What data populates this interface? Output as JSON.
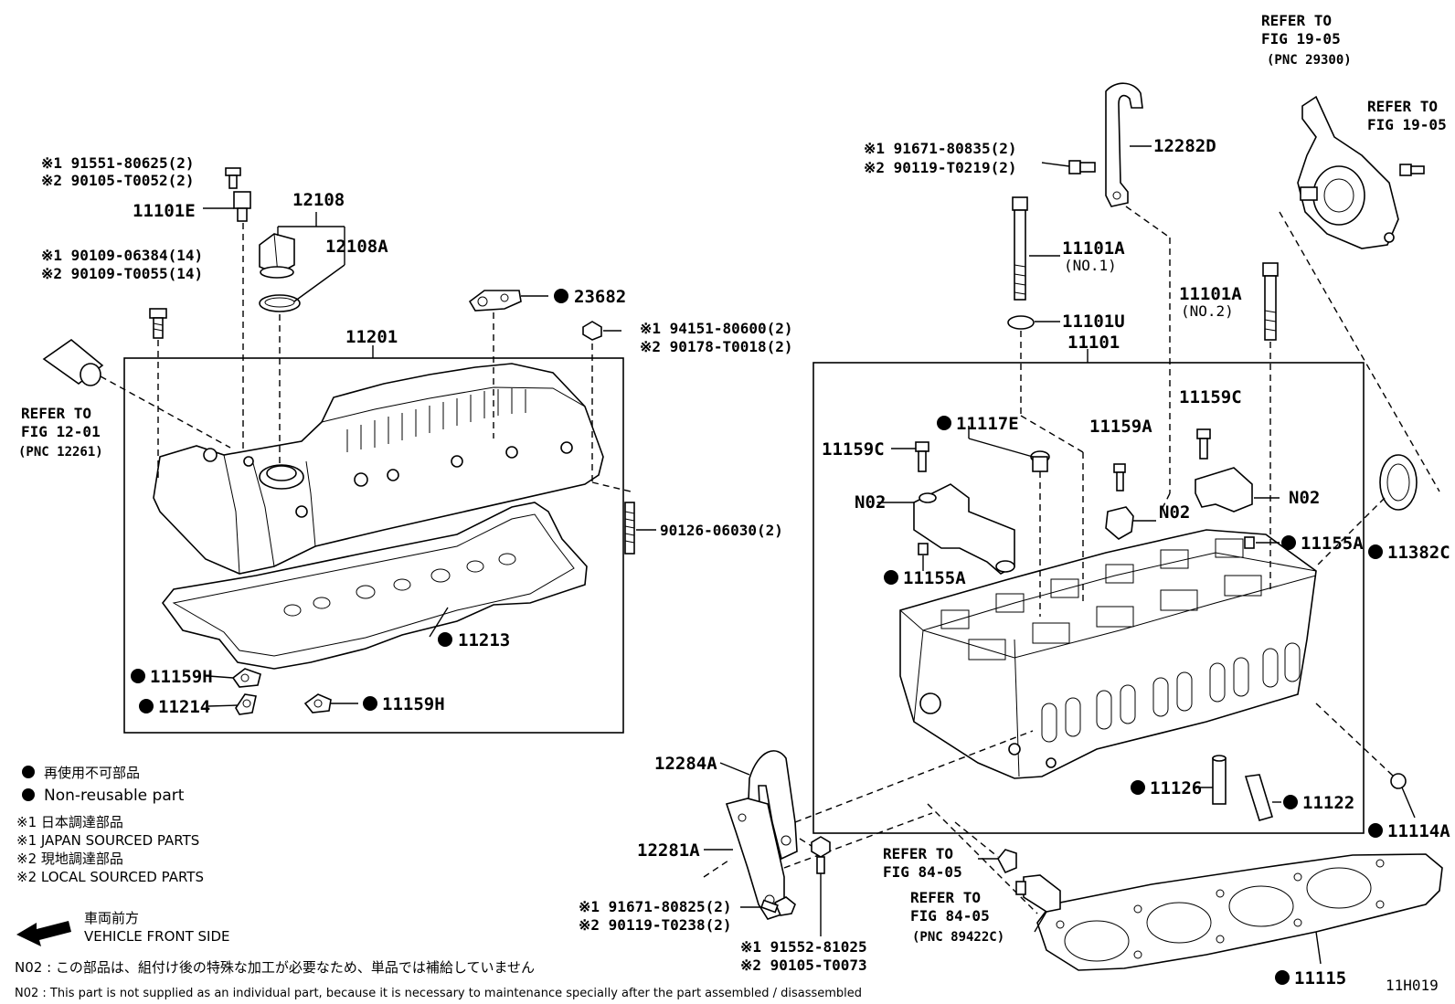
{
  "diagram_id": "11H019",
  "labels": {
    "p12108": "12108",
    "p12108A": "12108A",
    "p11101E": "11101E",
    "b1_top_1": "※1 91551-80625(2)",
    "b1_top_2": "※2 90105-T0052(2)",
    "b2_1": "※1 90109-06384(14)",
    "b2_2": "※2 90109-T0055(14)",
    "p23682": "23682",
    "nut_1": "※1 94151-80600(2)",
    "nut_2": "※2 90178-T0018(2)",
    "p11201": "11201",
    "stud": "90126-06030(2)",
    "p11213": "11213",
    "p11159H_a": "11159H",
    "p11214": "11214",
    "p11159H_b": "11159H",
    "refer12_1": "REFER TO",
    "refer12_2": "FIG 12-01",
    "refer12_3": "(PNC 12261)",
    "b3_1": "※1 91671-80835(2)",
    "b3_2": "※2 90119-T0219(2)",
    "p12282D": "12282D",
    "p11101A_1": "11101A",
    "no1": "(NO.1)",
    "p11101U": "11101U",
    "p11101A_2": "11101A",
    "no2": "(NO.2)",
    "p11101": "11101",
    "refer19a_1": "REFER TO",
    "refer19a_2": "FIG 19-05",
    "refer19a_3": "(PNC 29300)",
    "refer19b_1": "REFER TO",
    "refer19b_2": "FIG 19-05",
    "p11117E": "11117E",
    "p11159C_a": "11159C",
    "p11159A": "11159A",
    "p11159C_b": "11159C",
    "n02_a": "N02",
    "n02_b": "N02",
    "n02_c": "N02",
    "p11155A_a": "11155A",
    "p11155A_b": "11155A",
    "p11382C": "11382C",
    "p11126": "11126",
    "p11122": "11122",
    "p11114A": "11114A",
    "p12284A": "12284A",
    "p12281A": "12281A",
    "b4_1": "※1 91671-80825(2)",
    "b4_2": "※2 90119-T0238(2)",
    "b5_1": "※1 91552-81025",
    "b5_2": "※2 90105-T0073",
    "refer84a_1": "REFER TO",
    "refer84a_2": "FIG 84-05",
    "refer84b_1": "REFER TO",
    "refer84b_2": "FIG 84-05",
    "refer84b_3": "(PNC 89422C)",
    "p11115": "11115"
  },
  "legend": {
    "nonreuse_jp": "再使用不可部品",
    "nonreuse_en": "Non-reusable part",
    "s1_jp": "※1  日本調達部品",
    "s1_en": "※1  JAPAN SOURCED PARTS",
    "s2_jp": "※2  現地調達部品",
    "s2_en": "※2  LOCAL SOURCED PARTS",
    "front_jp": "車両前方",
    "front_en": "VEHICLE FRONT SIDE"
  },
  "notes": {
    "n02_jp": "N02 : この部品は、組付け後の特殊な加工が必要なため、単品では補給していません",
    "n02_en": "N02 : This part is not supplied as an individual part, because it is necessary to maintenance specially after the part assembled / disassembled"
  }
}
